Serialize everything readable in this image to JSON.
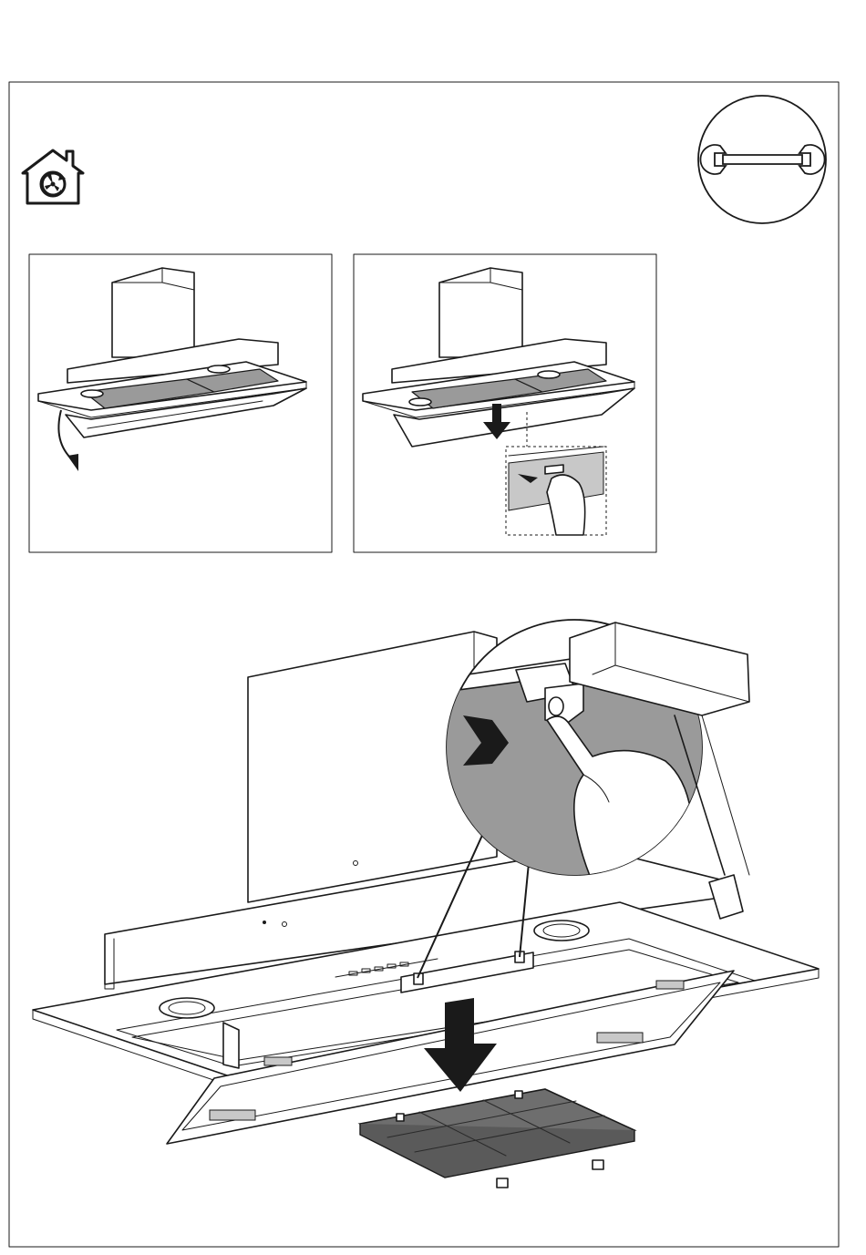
{
  "page": {
    "background": "#ffffff",
    "line_color": "#1a1a1a",
    "shade_color": "#9a9a9a",
    "filter_color": "#6e6e6e"
  },
  "icons": {
    "top_left": "house-fan-recirculation-icon",
    "top_right": "wrench-icon",
    "arrow_down": "arrow-down-icon",
    "arrow_curved": "curved-arrow-icon",
    "arrow_push": "push-arrow-icon"
  },
  "steps": [
    {
      "name": "open-lower-panel"
    },
    {
      "name": "press-release-tabs"
    },
    {
      "name": "remove-carbon-filter"
    }
  ]
}
